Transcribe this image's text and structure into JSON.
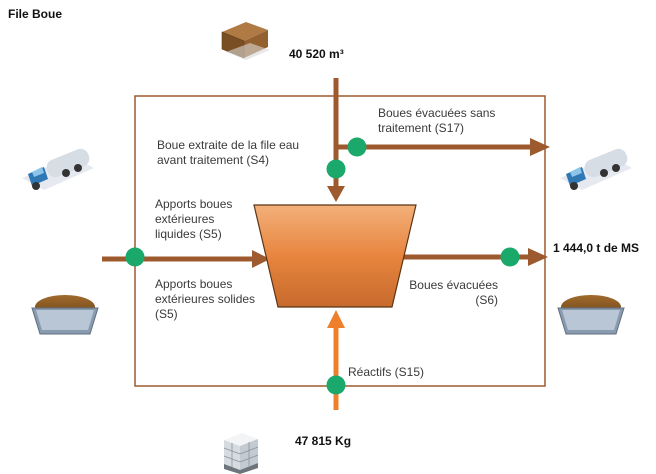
{
  "title": "File Boue",
  "values": {
    "top": "40 520 m³",
    "right": "1 444,0 t de MS",
    "bottom": "47 815 Kg"
  },
  "labels": {
    "s17": [
      "Boues évacuées sans",
      "traitement (S17)"
    ],
    "s4": [
      "Boue extraite de la file eau",
      "avant traitement (S4)"
    ],
    "s5_liquid": [
      "Apports boues",
      "extérieures",
      "liquides (S5)"
    ],
    "s5_solid": [
      "Apports boues",
      "extérieures solides",
      "(S5)"
    ],
    "s6": [
      "Boues évacuées",
      "(S6)"
    ],
    "s15": "Réactifs (S15)"
  },
  "icons": [
    "box-icon",
    "tanker-truck-icon",
    "soil-container-icon",
    "ibc-tank-icon"
  ],
  "colors": {
    "flow_arrow": "#9c5a2e",
    "reactif_arrow": "#ef7f2b",
    "node": "#1aa86b",
    "boundary": "#9c5a2e",
    "process_fill": "#e8853f"
  }
}
